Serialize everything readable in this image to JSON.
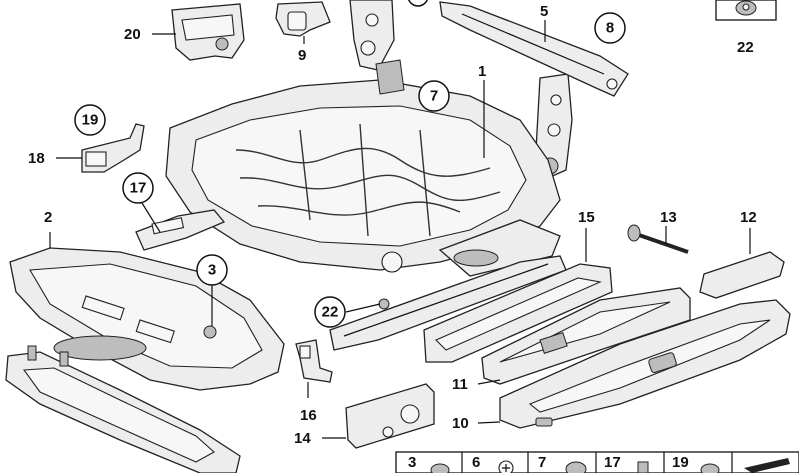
{
  "labels": {
    "p1": "1",
    "p2": "2",
    "p3": "3",
    "p5": "5",
    "p7": "7",
    "p8": "8",
    "p9": "9",
    "p10": "10",
    "p11": "11",
    "p12": "12",
    "p13": "13",
    "p14": "14",
    "p15": "15",
    "p16": "16",
    "p17": "17",
    "p18": "18",
    "p19": "19",
    "p20": "20",
    "p22_top": "22",
    "p22_mid": "22"
  },
  "legend": {
    "items": [
      "3",
      "6",
      "7",
      "17",
      "19"
    ]
  }
}
